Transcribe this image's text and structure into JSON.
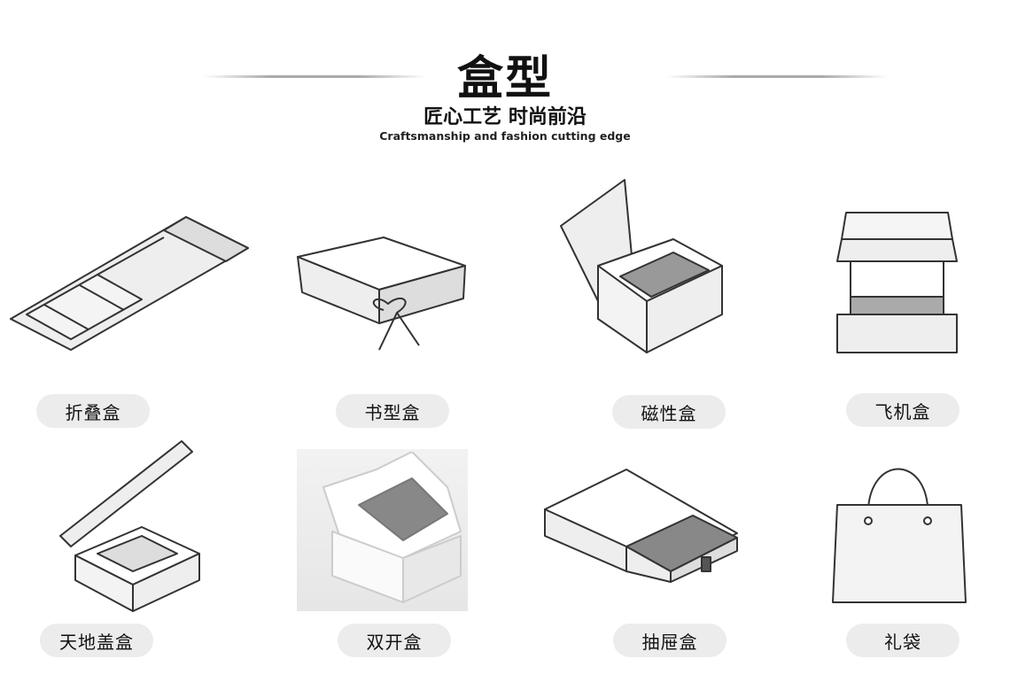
{
  "header": {
    "title": "盒型",
    "subtitle": "匠心工艺 时尚前沿",
    "subtitle_en": "Craftsmanship and fashion cutting edge"
  },
  "box_types": [
    {
      "label": "折叠盒",
      "icon": "folding-box-icon"
    },
    {
      "label": "书型盒",
      "icon": "book-box-icon"
    },
    {
      "label": "磁性盒",
      "icon": "magnetic-box-icon"
    },
    {
      "label": "飞机盒",
      "icon": "mailer-box-icon"
    },
    {
      "label": "天地盖盒",
      "icon": "lid-base-box-icon"
    },
    {
      "label": "双开盒",
      "icon": "double-open-box-icon"
    },
    {
      "label": "抽屉盒",
      "icon": "drawer-box-icon"
    },
    {
      "label": "礼袋",
      "icon": "gift-bag-icon"
    }
  ]
}
